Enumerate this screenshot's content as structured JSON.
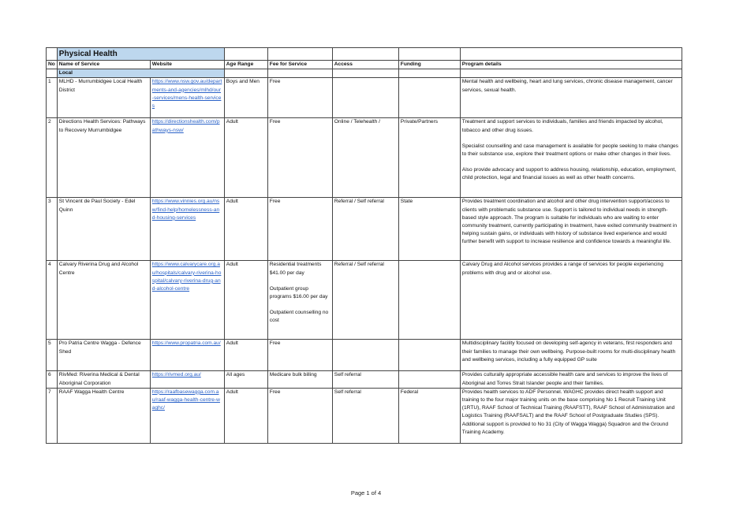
{
  "sheet": {
    "title": "Physical Health",
    "section": "Local",
    "columns": [
      "No",
      "Name of Service",
      "Website",
      "Age Range",
      "Fee for Service",
      "Access",
      "Funding",
      "Program details"
    ]
  },
  "rows": [
    {
      "no": "1",
      "name": "MLHD - Murrumbidgee Local Health District",
      "website": "https://www.nsw.gov.au/departments-and-agencies/mlhd/our-services/mens-health-services",
      "age": "Boys and Men",
      "fee": [
        "Free"
      ],
      "access": "",
      "funding": "",
      "details": [
        "Mental health and wellbeing, heart and lung services, chronic disease management, cancer services, sexual health."
      ]
    },
    {
      "no": "2",
      "name": "Directions Health Services: Pathways to Recovery Murrumbidgee",
      "website": "https://directionshealth.com/pathways-nsw/",
      "age": "Adult",
      "fee": [
        "Free"
      ],
      "access": "Online / Telehealth /",
      "funding": "Private/Partners",
      "details": [
        "Treatment and support services to individuals, families and friends impacted by alcohol, tobacco and other drug issues.",
        "Specialist counselling and case management is available for people seeking to make changes to their substance use, explore their treatment options or make other changes in their lives.",
        "Also provide advocacy and support to address housing, relationship, education, employment, child protection, legal and financial issues as well as other health concerns."
      ]
    },
    {
      "no": "3",
      "name": "St Vincent de Paul Society - Edel Quinn",
      "website": "https://www.vinnies.org.au/nsw/find-help/homelessness-and-housing-services",
      "age": "Adult",
      "fee": [
        "Free"
      ],
      "access": "Referral / Self referral",
      "funding": "State",
      "details": [
        "Provides treatment coordination and alcohol and other drug intervention support/access to clients with problematic substance use. Support is tailored to individual needs in strength-based style approach. The program is suitable for individuals who are waiting to enter community treatment, currently participating in treatment, have exited community treatment in helping sustain gains, or individuals with history of substance lived experience and would further benefit with support to increase resilience and confidence towards a meaningful life."
      ]
    },
    {
      "no": "4",
      "name": "Calvary Riverina Drug and Alcohol Centre",
      "website": "https://www.calvarycare.org.au/hospitals/calvary-riverina-hospital/calvary-riverina-drug-and-alcohol-centre",
      "age": "Adult",
      "fee": [
        "Residential treatments $41.00 per day",
        "Outpatient group programs $16.00 per day",
        "Outpatient counselling no cost"
      ],
      "access": "Referral / Self referral",
      "funding": "",
      "details": [
        "Calvary Drug and Alcohol services provides a range of services for people experiencing problems with drug and or alcohol use."
      ]
    },
    {
      "no": "5",
      "name": "Pro Patria Centre Wagga - Defence Shed",
      "website": "https://www.propatria.com.au/",
      "age": "Adult",
      "fee": [
        "Free"
      ],
      "access": "",
      "funding": "",
      "details": [
        "Multidisciplinary facility focused on developing self-agency in veterans, first responders and their families to manage their own wellbeing. Purpose-built rooms for multi-disciplinary health and wellbeing services, including a fully equipped GP suite"
      ]
    },
    {
      "no": "6",
      "name": "RivMed: Riverina Medical & Dental Aboriginal Corporation",
      "website": "https://rivmed.org.au/",
      "age": "All ages",
      "fee": [
        "Medicare bulk billing"
      ],
      "access": "Self referral",
      "funding": "",
      "details": [
        "Provides culturally appropriate accessible health care and services to improve the lives of Aboriginal and Torres Strait Islander people and their families."
      ]
    },
    {
      "no": "7",
      "name": "RAAF Wagga Health Centre",
      "website": "https://raafbasewagga.com.au/raaf-wagga-health-centre-waghc/",
      "age": "Adult",
      "fee": [
        "Free"
      ],
      "access": "Self referral",
      "funding": "Federal",
      "details": [
        "Provides health services to ADF Personnel. WAGHC provides direct health support and training to the four major training units on the base comprising No 1 Recruit Training Unit (1RTU), RAAF School of Technical Training (RAAFSTT), RAAF School of Administration and Logistics Training (RAAFSALT) and the RAAF School of Postgraduate Studies (SPS). Additional support is provided to No 31 (City of Wagga Wagga) Squadron and the Ground Training Academy."
      ]
    }
  ],
  "footer": {
    "page_label": "Page 1 of 4"
  }
}
